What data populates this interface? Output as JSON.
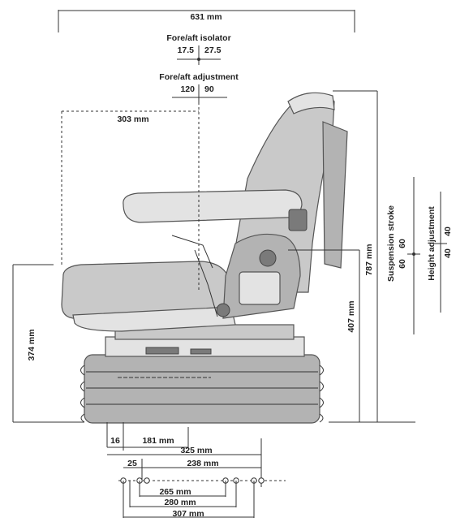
{
  "top": {
    "overall_width": "631 mm",
    "isolator_title": "Fore/aft isolator",
    "isolator_left": "17.5",
    "isolator_right": "27.5",
    "adjustment_title": "Fore/aft adjustment",
    "adjustment_left": "120",
    "adjustment_right": "90",
    "seat_depth": "303 mm"
  },
  "left": {
    "height_374": "374 mm"
  },
  "right": {
    "height_407": "407 mm",
    "height_787": "787 mm",
    "suspension_title": "Suspension stroke",
    "suspension_a": "60",
    "suspension_b": "60",
    "height_adj_title": "Height adjustment",
    "height_adj_a": "40",
    "height_adj_b": "40"
  },
  "bottom": {
    "offset_16": "16",
    "base_181": "181 mm",
    "base_325": "325 mm",
    "offset_25": "25",
    "base_238": "238 mm",
    "hole_265": "265 mm",
    "hole_280": "280 mm",
    "hole_307": "307 mm"
  },
  "colors": {
    "line": "#333333",
    "seat_fill": "#c9c9c9",
    "seat_dark": "#7a7a7a"
  }
}
